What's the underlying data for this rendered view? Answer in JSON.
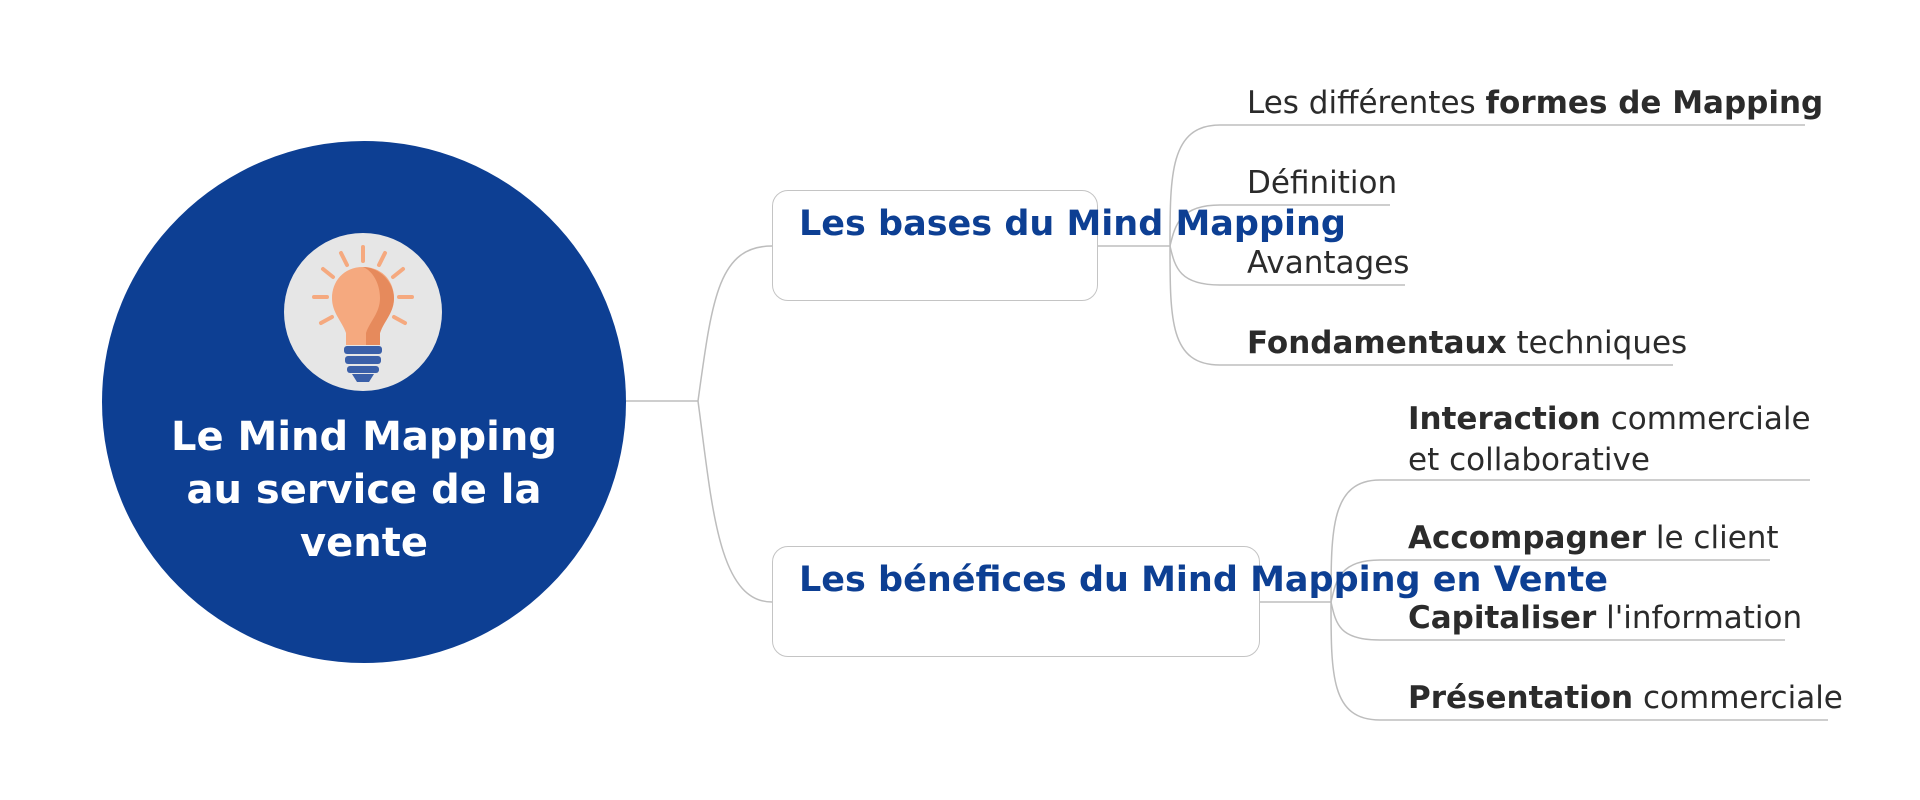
{
  "central": {
    "title": "Le Mind Mapping au service de la vente",
    "icon": "lightbulb-icon"
  },
  "colors": {
    "primary": "#0d3f93",
    "icon_background": "#e6e6e6",
    "bulb": "#f5a97f",
    "bulb_shade": "#e68a5c",
    "bulb_base": "#3a5fa8",
    "connector": "#bdbdbd",
    "leaf_text": "#2b2b2b"
  },
  "branches": [
    {
      "label": "Les bases du Mind Mapping",
      "leaves": [
        {
          "parts": [
            {
              "text": "Les différentes ",
              "bold": false
            },
            {
              "text": "formes de Mapping",
              "bold": true
            }
          ]
        },
        {
          "parts": [
            {
              "text": "Définition",
              "bold": false
            }
          ]
        },
        {
          "parts": [
            {
              "text": "Avantages",
              "bold": false
            }
          ]
        },
        {
          "parts": [
            {
              "text": "Fondamentaux",
              "bold": true
            },
            {
              "text": " techniques",
              "bold": false
            }
          ]
        }
      ]
    },
    {
      "label": "Les bénéfices du Mind Mapping en Vente",
      "leaves": [
        {
          "parts": [
            {
              "text": "Interaction",
              "bold": true
            },
            {
              "text": " commerciale",
              "bold": false
            }
          ],
          "line2": "et collaborative"
        },
        {
          "parts": [
            {
              "text": "Accompagner",
              "bold": true
            },
            {
              "text": " le client",
              "bold": false
            }
          ]
        },
        {
          "parts": [
            {
              "text": "Capitaliser",
              "bold": true
            },
            {
              "text": " l'information",
              "bold": false
            }
          ]
        },
        {
          "parts": [
            {
              "text": "Présentation",
              "bold": true
            },
            {
              "text": " commerciale",
              "bold": false
            }
          ]
        }
      ]
    }
  ]
}
